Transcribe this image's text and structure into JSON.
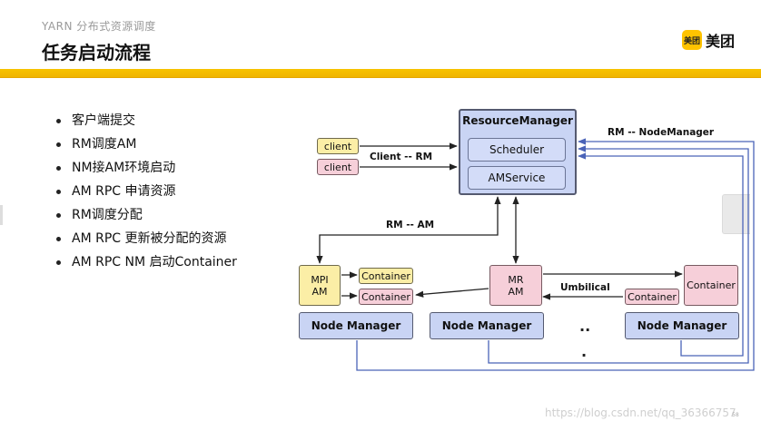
{
  "header": {
    "subtitle": "YARN 分布式资源调度",
    "title": "任务启动流程",
    "logo_mark": "美团",
    "logo_text": "美团"
  },
  "bullets": [
    "客户端提交",
    "RM调度AM",
    "NM接AM环境启动",
    "AM RPC 申请资源",
    "RM调度分配",
    "AM RPC 更新被分配的资源",
    "AM RPC NM 启动Container"
  ],
  "diagram": {
    "resource_manager": "ResourceManager",
    "scheduler": "Scheduler",
    "amservice": "AMService",
    "client_1": "client",
    "client_2": "client",
    "label_client_rm": "Client -- RM",
    "label_rm_nm": "RM -- NodeManager",
    "label_rm_am": "RM -- AM",
    "label_umbilical": "Umbilical",
    "mpi_am_line1": "MPI",
    "mpi_am_line2": "AM",
    "mr_am_line1": "MR",
    "mr_am_line2": "AM",
    "container_1": "Container",
    "container_2": "Container",
    "container_3": "Container",
    "container_4": "Container",
    "node_manager_1": "Node Manager",
    "node_manager_2": "Node Manager",
    "node_manager_3": "Node Manager",
    "ellipsis": "..",
    "ellipsis_low": "."
  },
  "watermark": "https://blog.csdn.net/qq_36366757",
  "page_number": "58",
  "colors": {
    "accent_bar": "#f7c300",
    "box_blue": "#c9d4f4",
    "box_yellow": "#fbeea6",
    "box_pink": "#f6cfd9",
    "link_blue": "#4a63b8"
  }
}
